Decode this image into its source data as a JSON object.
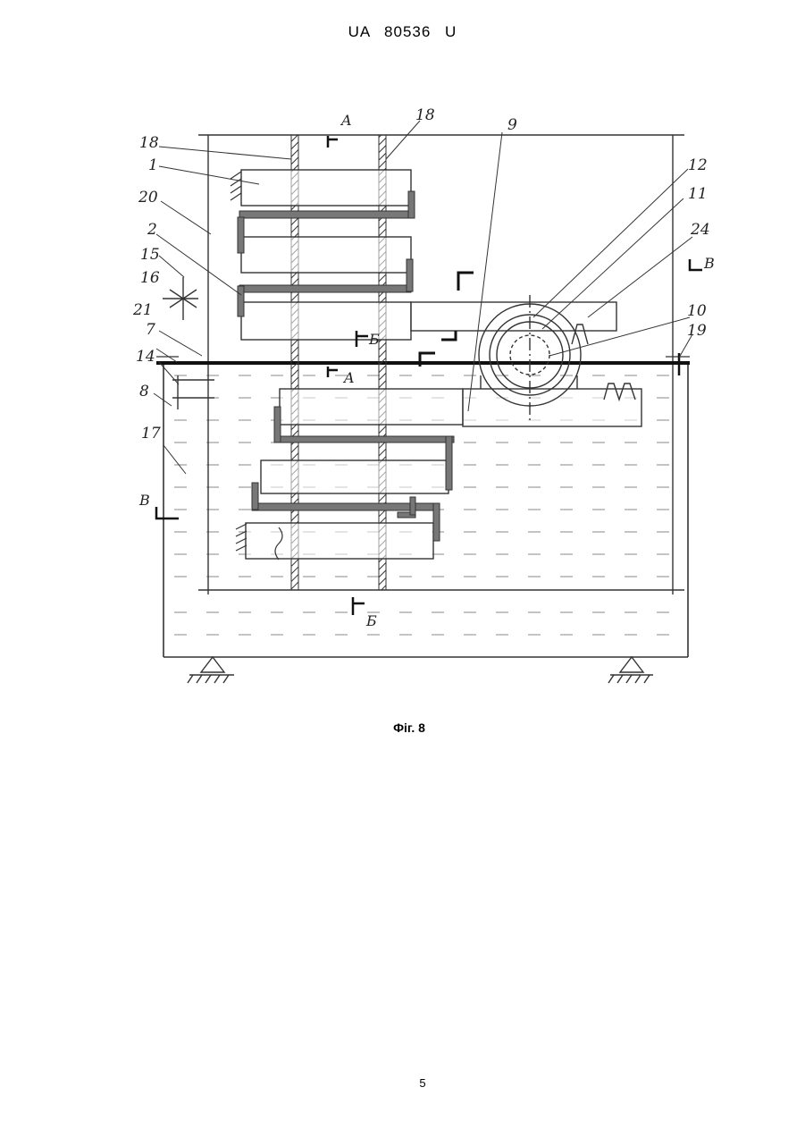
{
  "header": {
    "doc_id": "UA   80536   U"
  },
  "figure": {
    "caption": "Фіг. 8",
    "labels": {
      "l18a": "18",
      "l18b": "18",
      "l1": "1",
      "l20": "20",
      "l2": "2",
      "l15": "15",
      "l16": "16",
      "l21": "21",
      "l7": "7",
      "l14": "14",
      "l8": "8",
      "l17": "17",
      "l9": "9",
      "l12": "12",
      "l11": "11",
      "l24": "24",
      "l10": "10",
      "l19": "19"
    },
    "section_marks": {
      "a_top": "A",
      "a_mid": "A",
      "b_mid": "Б",
      "b_bottom": "Б",
      "v_right": "В",
      "v_left": "В"
    }
  },
  "footer": {
    "page_number": "5"
  }
}
